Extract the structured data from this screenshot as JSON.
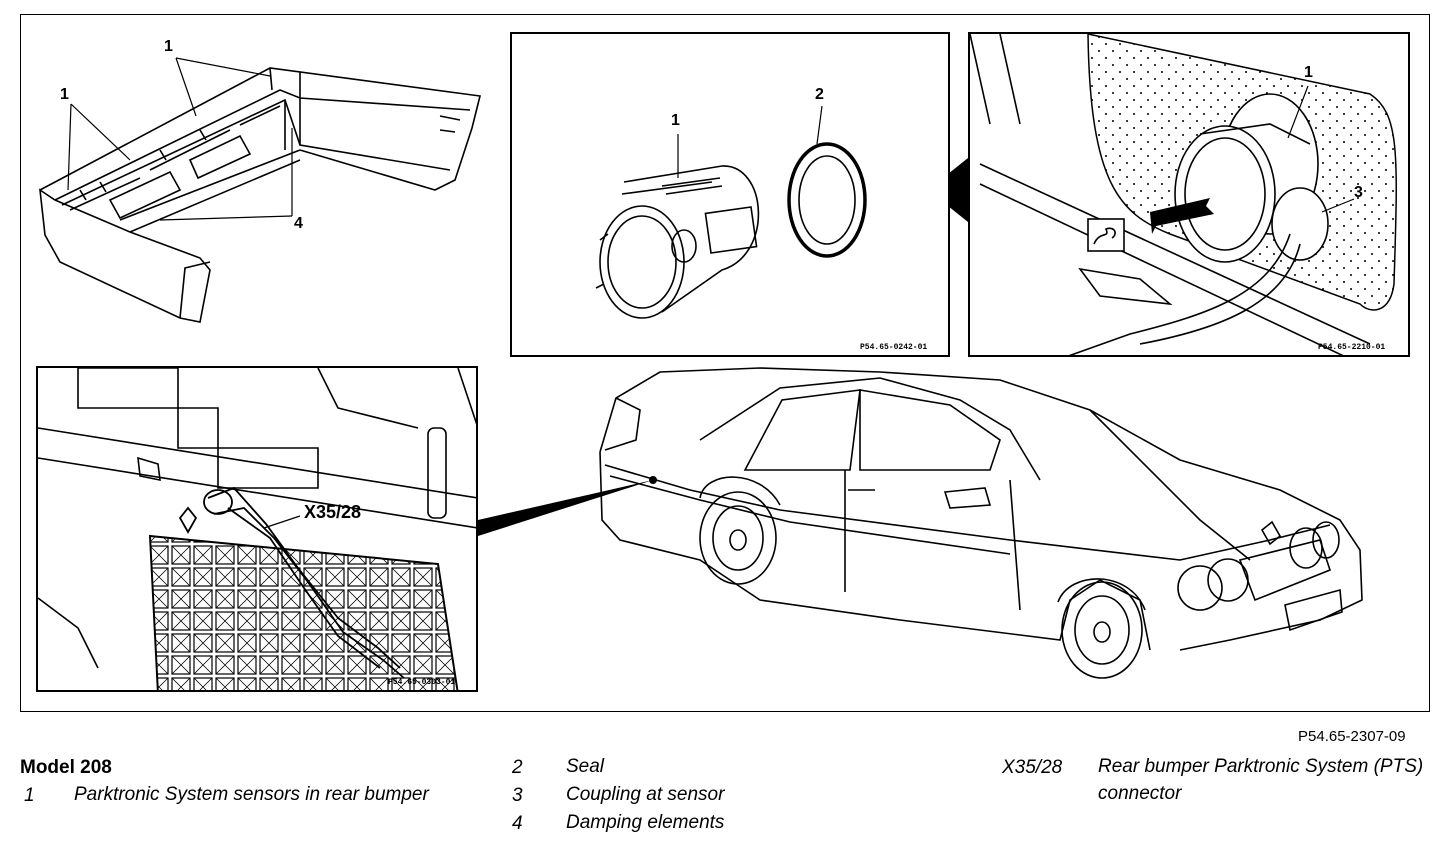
{
  "figure": {
    "reference": "P54.65-2307-09",
    "panels": {
      "bumper": {
        "callouts": [
          "1",
          "1",
          "4"
        ]
      },
      "sensor": {
        "code": "P54.65-0242-01",
        "callouts": [
          "1",
          "2"
        ]
      },
      "mount": {
        "code": "P54.65-2210-01",
        "callouts": [
          "1",
          "3"
        ]
      },
      "connector": {
        "code": "P54.65-0303-01",
        "callout": "X35/28"
      }
    }
  },
  "legend": {
    "title": "Model 208",
    "items": [
      {
        "num": "1",
        "text": "Parktronic System sensors in rear bumper"
      },
      {
        "num": "2",
        "text": "Seal"
      },
      {
        "num": "3",
        "text": "Coupling at sensor"
      },
      {
        "num": "4",
        "text": "Damping elements"
      },
      {
        "num": "X35/28",
        "text": "Rear bumper Parktronic System (PTS) connector"
      }
    ]
  }
}
